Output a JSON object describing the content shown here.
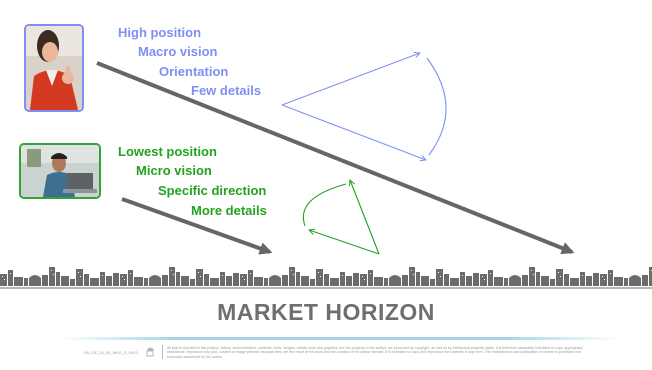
{
  "high_labels": [
    "High position",
    "Macro vision",
    "Orientation",
    "Few details"
  ],
  "low_labels": [
    "Lowest position",
    "Micro vision",
    "Specific direction",
    "More details"
  ],
  "title": "MARKET HORIZON",
  "footer": {
    "code": "H0_GE_00_00_MKG_0_FA10",
    "legal": "All that is reported in this project, videos, documentation, contents, texts, images, artistic work and graphics, are the property of the author, are protected by copyright, as well as by intellectual property rights. It is therefore absolutely forbidden to copy, appropriate, redistribute, reproduce any part, content or image present, because they are the result of the work and the creation of the author himself. It is forbidden to copy and reproduce the contents in any form. The redistribution and publication of content is prohibited not expressly authorized by the author."
  },
  "colors": {
    "blue": "#7f8ff2",
    "green": "#23a21f",
    "arrow": "#666666",
    "title": "#6f6f6f"
  },
  "icons": [
    "businesswoman-photo",
    "laptop-man-photo",
    "hand-logo-icon"
  ]
}
